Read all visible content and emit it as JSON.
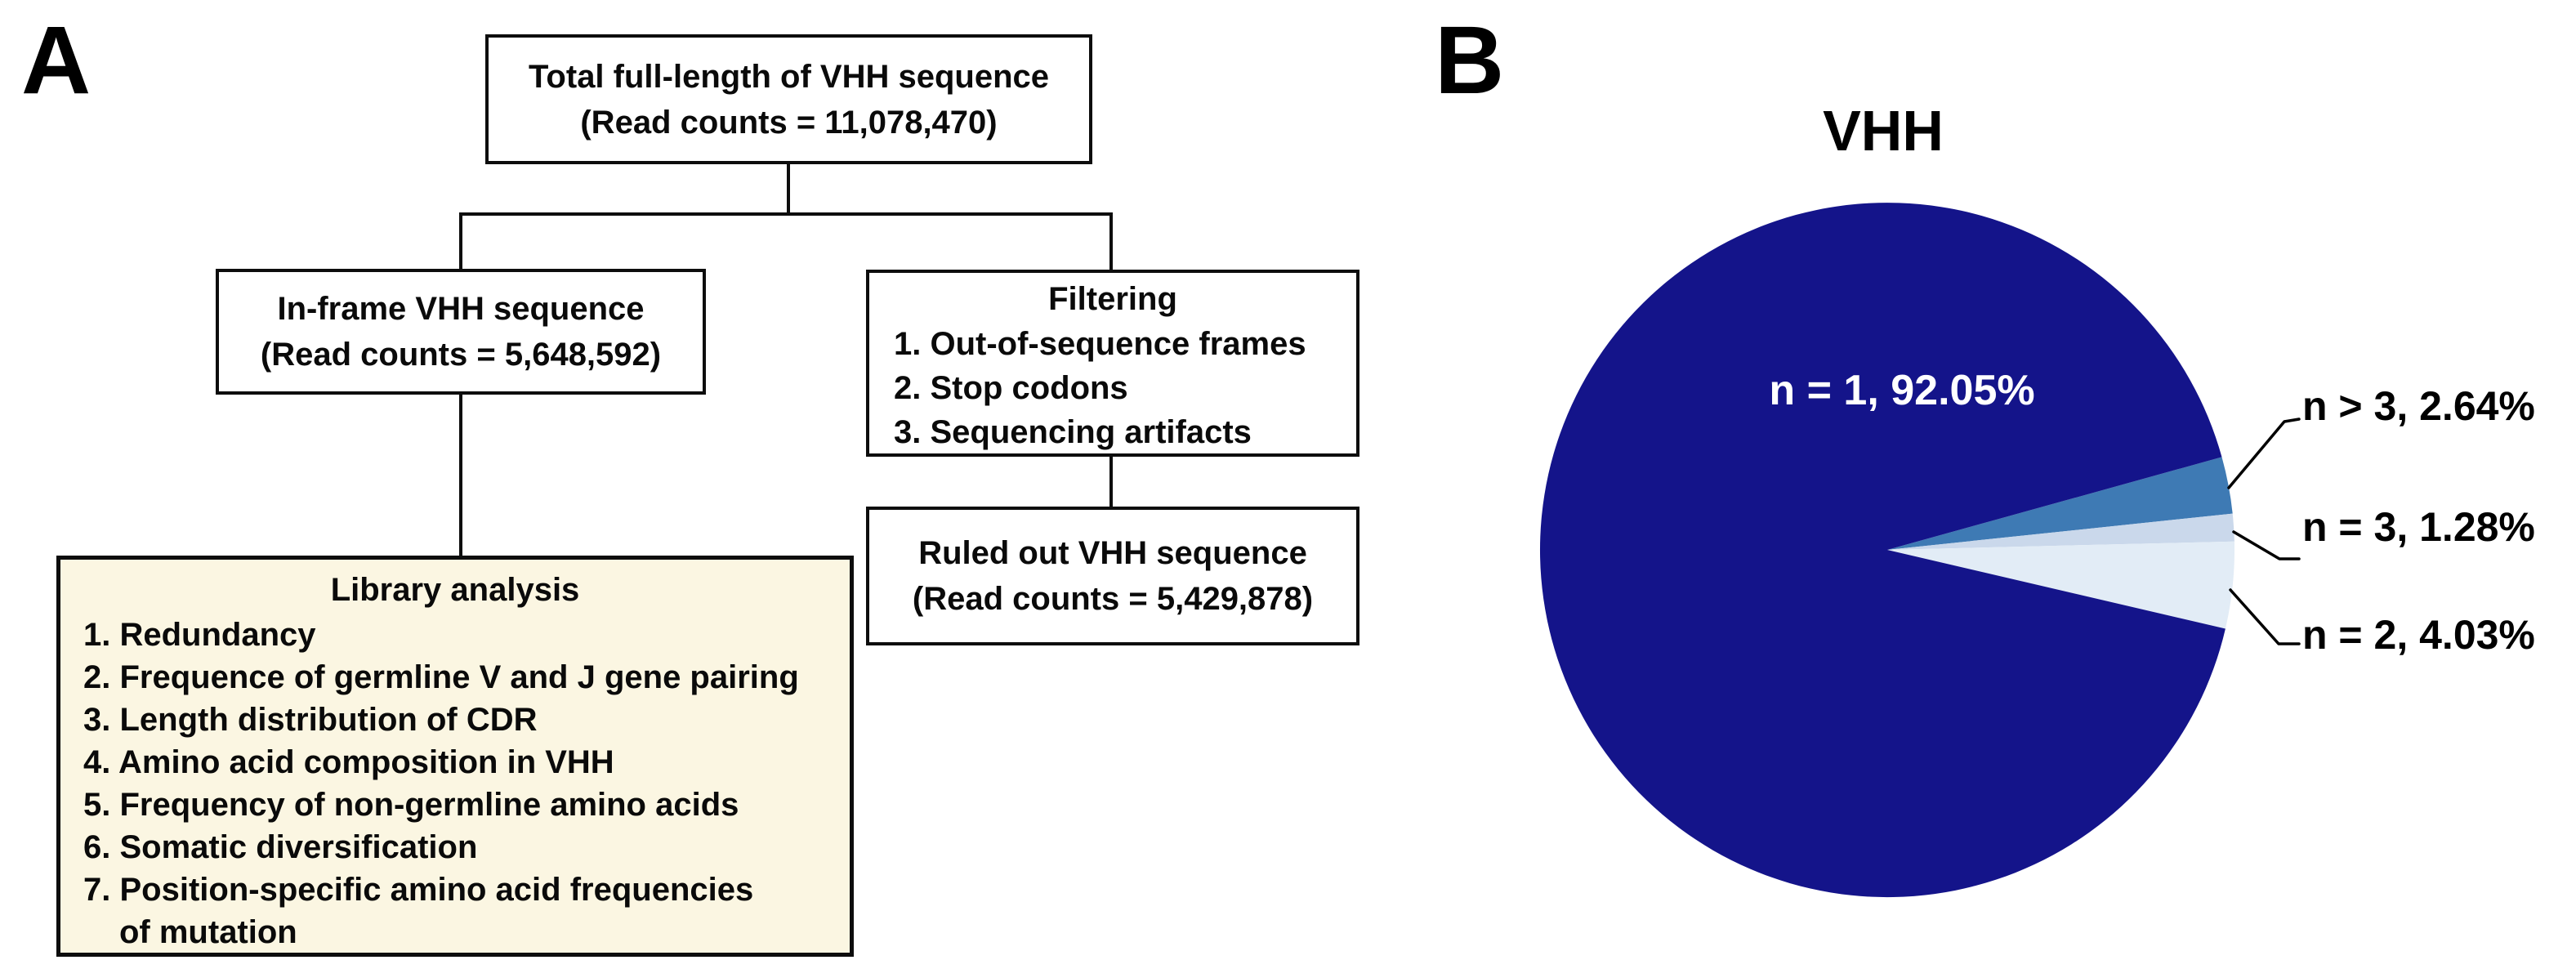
{
  "panel_a": {
    "letter": "A",
    "boxes": {
      "total": {
        "lines": [
          "Total full-length of VHH sequence",
          "(Read counts = 11,078,470)"
        ]
      },
      "inframe": {
        "lines": [
          "In-frame VHH sequence",
          "(Read counts = 5,648,592)"
        ]
      },
      "filtering": {
        "title": "Filtering",
        "items": [
          "1. Out-of-sequence frames",
          "2. Stop codons",
          "3. Sequencing artifacts"
        ]
      },
      "ruledout": {
        "lines": [
          "Ruled out VHH sequence",
          "(Read counts = 5,429,878)"
        ]
      },
      "library": {
        "title": "Library analysis",
        "items": [
          "1. Redundancy",
          "2. Frequence of germline V and J gene pairing",
          "3. Length distribution of CDR",
          "4. Amino acid composition in VHH",
          "5. Frequency of non-germline amino acids",
          "6. Somatic diversification",
          "7. Position-specific amino acid frequencies",
          "of mutation"
        ],
        "fill_color": "#FBF6E2"
      }
    }
  },
  "panel_b": {
    "letter": "B",
    "title": "VHH"
  },
  "chart_data": {
    "type": "pie",
    "title": "VHH",
    "start_angle_deg": 15.5,
    "direction": "clockwise",
    "legend_position": "none",
    "slices": [
      {
        "name": "n > 3",
        "value_pct": 2.64,
        "color": "#3E7AB4",
        "label": "n > 3, 2.64%",
        "label_placement": "outside"
      },
      {
        "name": "n = 3",
        "value_pct": 1.28,
        "color": "#CAD8EB",
        "label": "n = 3, 1.28%",
        "label_placement": "outside"
      },
      {
        "name": "n = 2",
        "value_pct": 4.03,
        "color": "#E2ECF6",
        "label": "n = 2, 4.03%",
        "label_placement": "outside"
      },
      {
        "name": "n = 1",
        "value_pct": 92.05,
        "color": "#14148A",
        "label": "n = 1, 92.05%",
        "label_placement": "inside",
        "label_color": "#FFFFFF"
      }
    ]
  }
}
